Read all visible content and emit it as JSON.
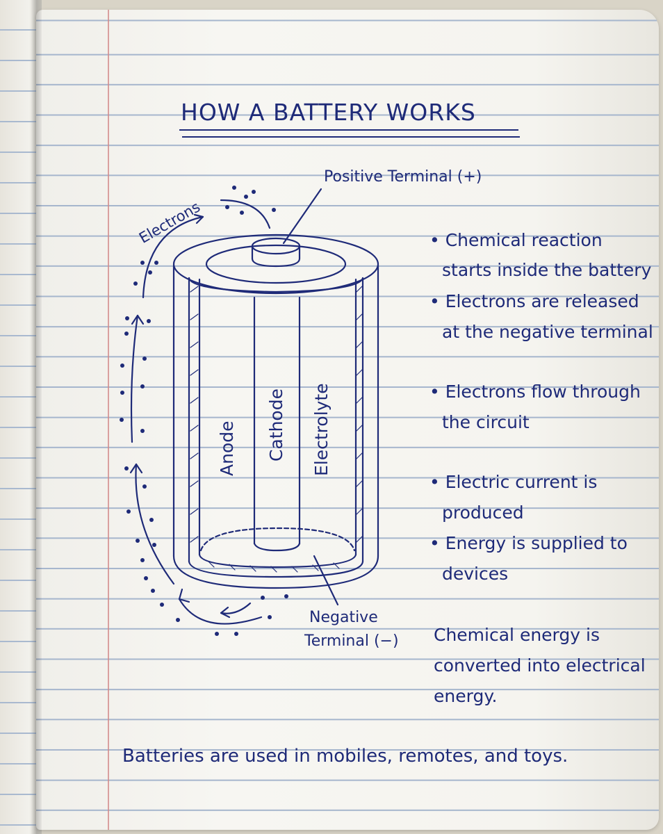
{
  "title": "HOW A BATTERY WORKS",
  "diagram": {
    "positive_terminal": "Positive Terminal (+)",
    "electrons": "Electrons",
    "anode": "Anode",
    "cathode": "Cathode",
    "electrolyte": "Electrolyte",
    "negative_terminal_1": "Negative",
    "negative_terminal_2": "Terminal (−)"
  },
  "bullets": [
    {
      "line1": "• Chemical reaction",
      "line2": "starts inside the battery"
    },
    {
      "line1": "• Electrons are released",
      "line2": "at the negative terminal"
    },
    {
      "line1": "• Electrons flow through",
      "line2": "the circuit"
    },
    {
      "line1": "• Electric current is",
      "line2": "produced"
    },
    {
      "line1": "• Energy is supplied to",
      "line2": "devices"
    }
  ],
  "conclusion": [
    "Chemical energy is",
    "converted into electrical",
    "energy."
  ],
  "footer": "Batteries are used in mobiles, remotes, and toys.",
  "ink_color": "#1e2a78"
}
